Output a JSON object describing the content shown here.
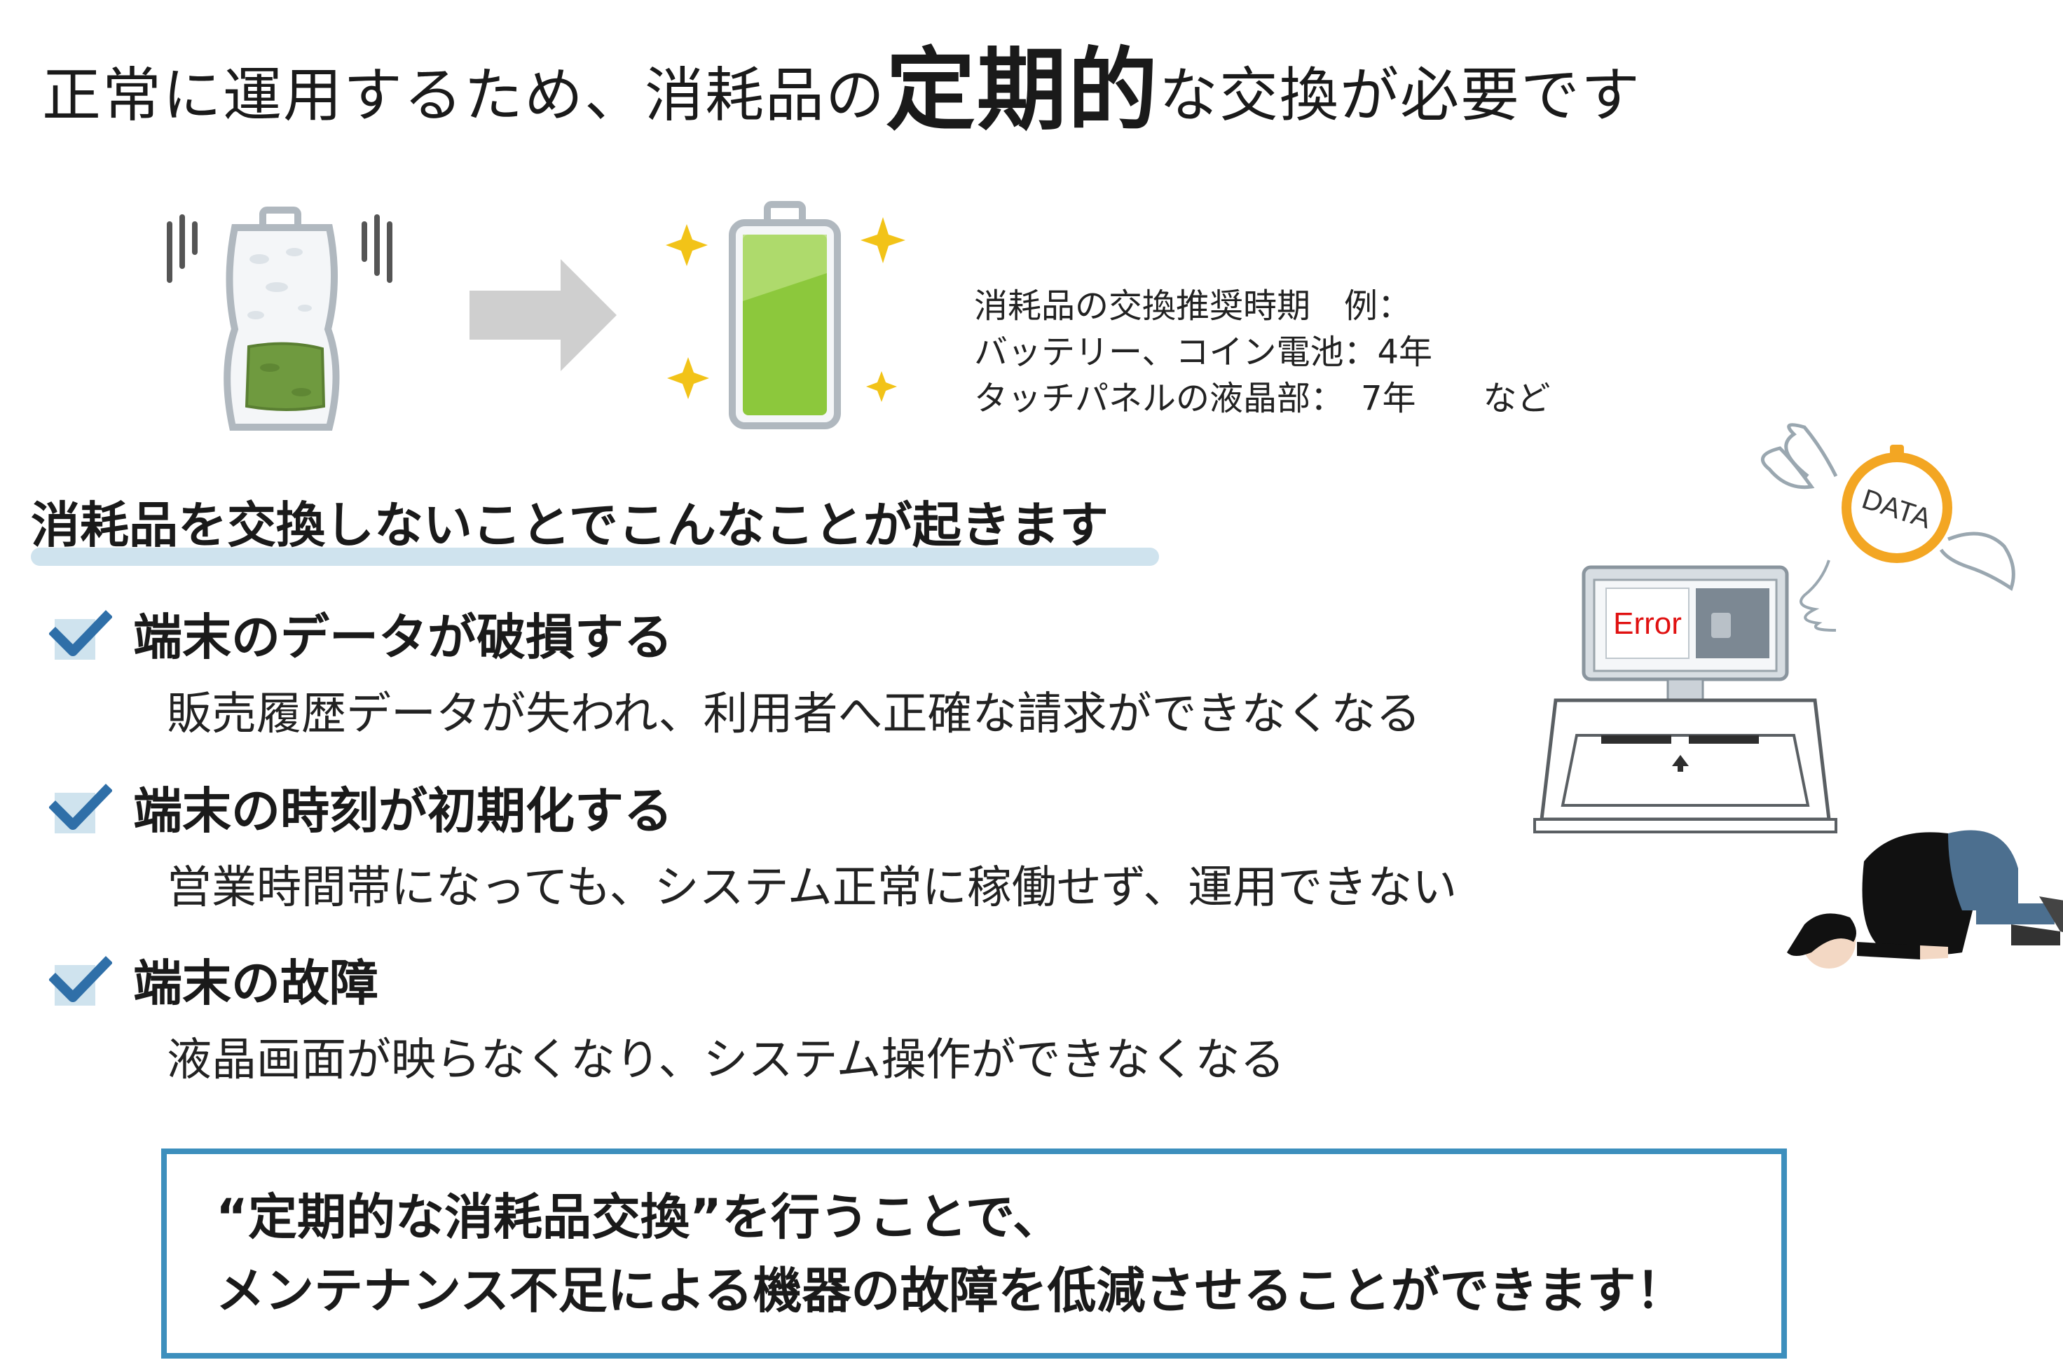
{
  "headline": {
    "before": "正常に運用するため、消耗品の",
    "emphasis": "定期的",
    "after": "な交換が必要です"
  },
  "recommendation": {
    "line1": "消耗品の交換推奨時期　例：",
    "line2": "バッテリー、コイン電池：4年",
    "line3": "タッチパネルの液晶部：　7年　　など"
  },
  "illustration": {
    "error_label": "Error",
    "data_label": "DATA"
  },
  "section": {
    "title": "消耗品を交換しないことでこんなことが起きます"
  },
  "items": [
    {
      "head": "端末のデータが破損する",
      "desc": "販売履歴データが失われ、利用者へ正確な請求ができなくなる"
    },
    {
      "head": "端末の時刻が初期化する",
      "desc": "営業時間帯になっても、システム正常に稼働せず、運用できない"
    },
    {
      "head": "端末の故障",
      "desc": "液晶画面が映らなくなり、システム操作ができなくなる"
    }
  ],
  "notice": {
    "line1": "“定期的な消耗品交換”を行うことで、",
    "line2": "メンテナンス不足による機器の故障を低減させることができます！"
  },
  "colors": {
    "accent_border": "#3d8fbd",
    "underline": "#cfe3ee",
    "check": "#2f6fa8",
    "battery_green": "#8cc83c",
    "error_red": "#e01010",
    "stopwatch_orange": "#f3a623"
  }
}
